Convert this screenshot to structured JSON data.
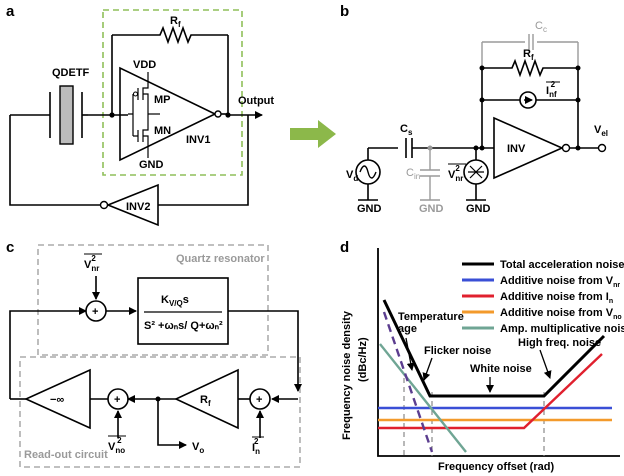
{
  "panels": {
    "a": {
      "letter": "a",
      "qdetf": "QDETF",
      "rf_main": "R",
      "rf_sub": "f",
      "vdd": "VDD",
      "gnd": "GND",
      "mp": "MP",
      "mn": "MN",
      "inv1": "INV1",
      "inv2": "INV2",
      "output": "Output"
    },
    "b": {
      "letter": "b",
      "cc_main": "C",
      "cc_sub": "c",
      "rf_main": "R",
      "rf_sub": "f",
      "inf_main": "I",
      "inf_sub": "nf",
      "cs_main": "C",
      "cs_sub": "s",
      "cin_main": "C",
      "cin_sub": "in",
      "vnr_main": "V",
      "vnr_sub": "nr",
      "vd_main": "V",
      "vd_sub": "d",
      "inv": "INV",
      "vel_main": "V",
      "vel_sub": "el",
      "gnd": "GND",
      "sup": "2"
    },
    "c": {
      "letter": "c",
      "quartz_label": "Quartz resonator",
      "readout_label": "Read-out circuit",
      "tf_num": "s",
      "tf_k_main": "K",
      "tf_k_sub": "V/Q",
      "tf_den": "S² +ωₙs/ Q+ωₙ²",
      "vnr_main": "V",
      "vnr_sub": "nr",
      "vno_main": "V",
      "vno_sub": "no",
      "in_main": "I",
      "in_sub": "n",
      "sup": "2",
      "minus_inf": "−∞",
      "rf_main": "R",
      "rf_sub": "f",
      "vo_main": "V",
      "vo_sub": "o",
      "plus": "+"
    },
    "d": {
      "letter": "d",
      "ylabel_line1": "Frequency noise density",
      "ylabel_line2": "(dBc/Hz)",
      "xlabel": "Frequency offset (rad)",
      "ann_temp_line1": "Temperature",
      "ann_temp_line2": "age",
      "ann_flicker": "Flicker noise",
      "ann_white": "White noise",
      "ann_highfreq": "High freq. noise",
      "legend": [
        {
          "prefix": "Total acceleration noise",
          "sym_main": "",
          "sym_sub": "",
          "color": "#000000"
        },
        {
          "prefix": "Additive noise from ",
          "sym_main": "V",
          "sym_sub": "nr",
          "color": "#3a4fd6"
        },
        {
          "prefix": "Additive noise from ",
          "sym_main": "I",
          "sym_sub": "n",
          "color": "#e0202e"
        },
        {
          "prefix": "Additive noise from ",
          "sym_main": "V",
          "sym_sub": "no",
          "color": "#f39a2b"
        },
        {
          "prefix": "Amp. multiplicative noise",
          "sym_main": "",
          "sym_sub": "",
          "color": "#6fa594"
        }
      ],
      "sup": "2",
      "colors": {
        "arrow": "#8cb84a",
        "dashed_purple": "#5b3d8f",
        "box_dash": "#9a9a9a",
        "green_box": "#8fbf5a"
      }
    }
  }
}
